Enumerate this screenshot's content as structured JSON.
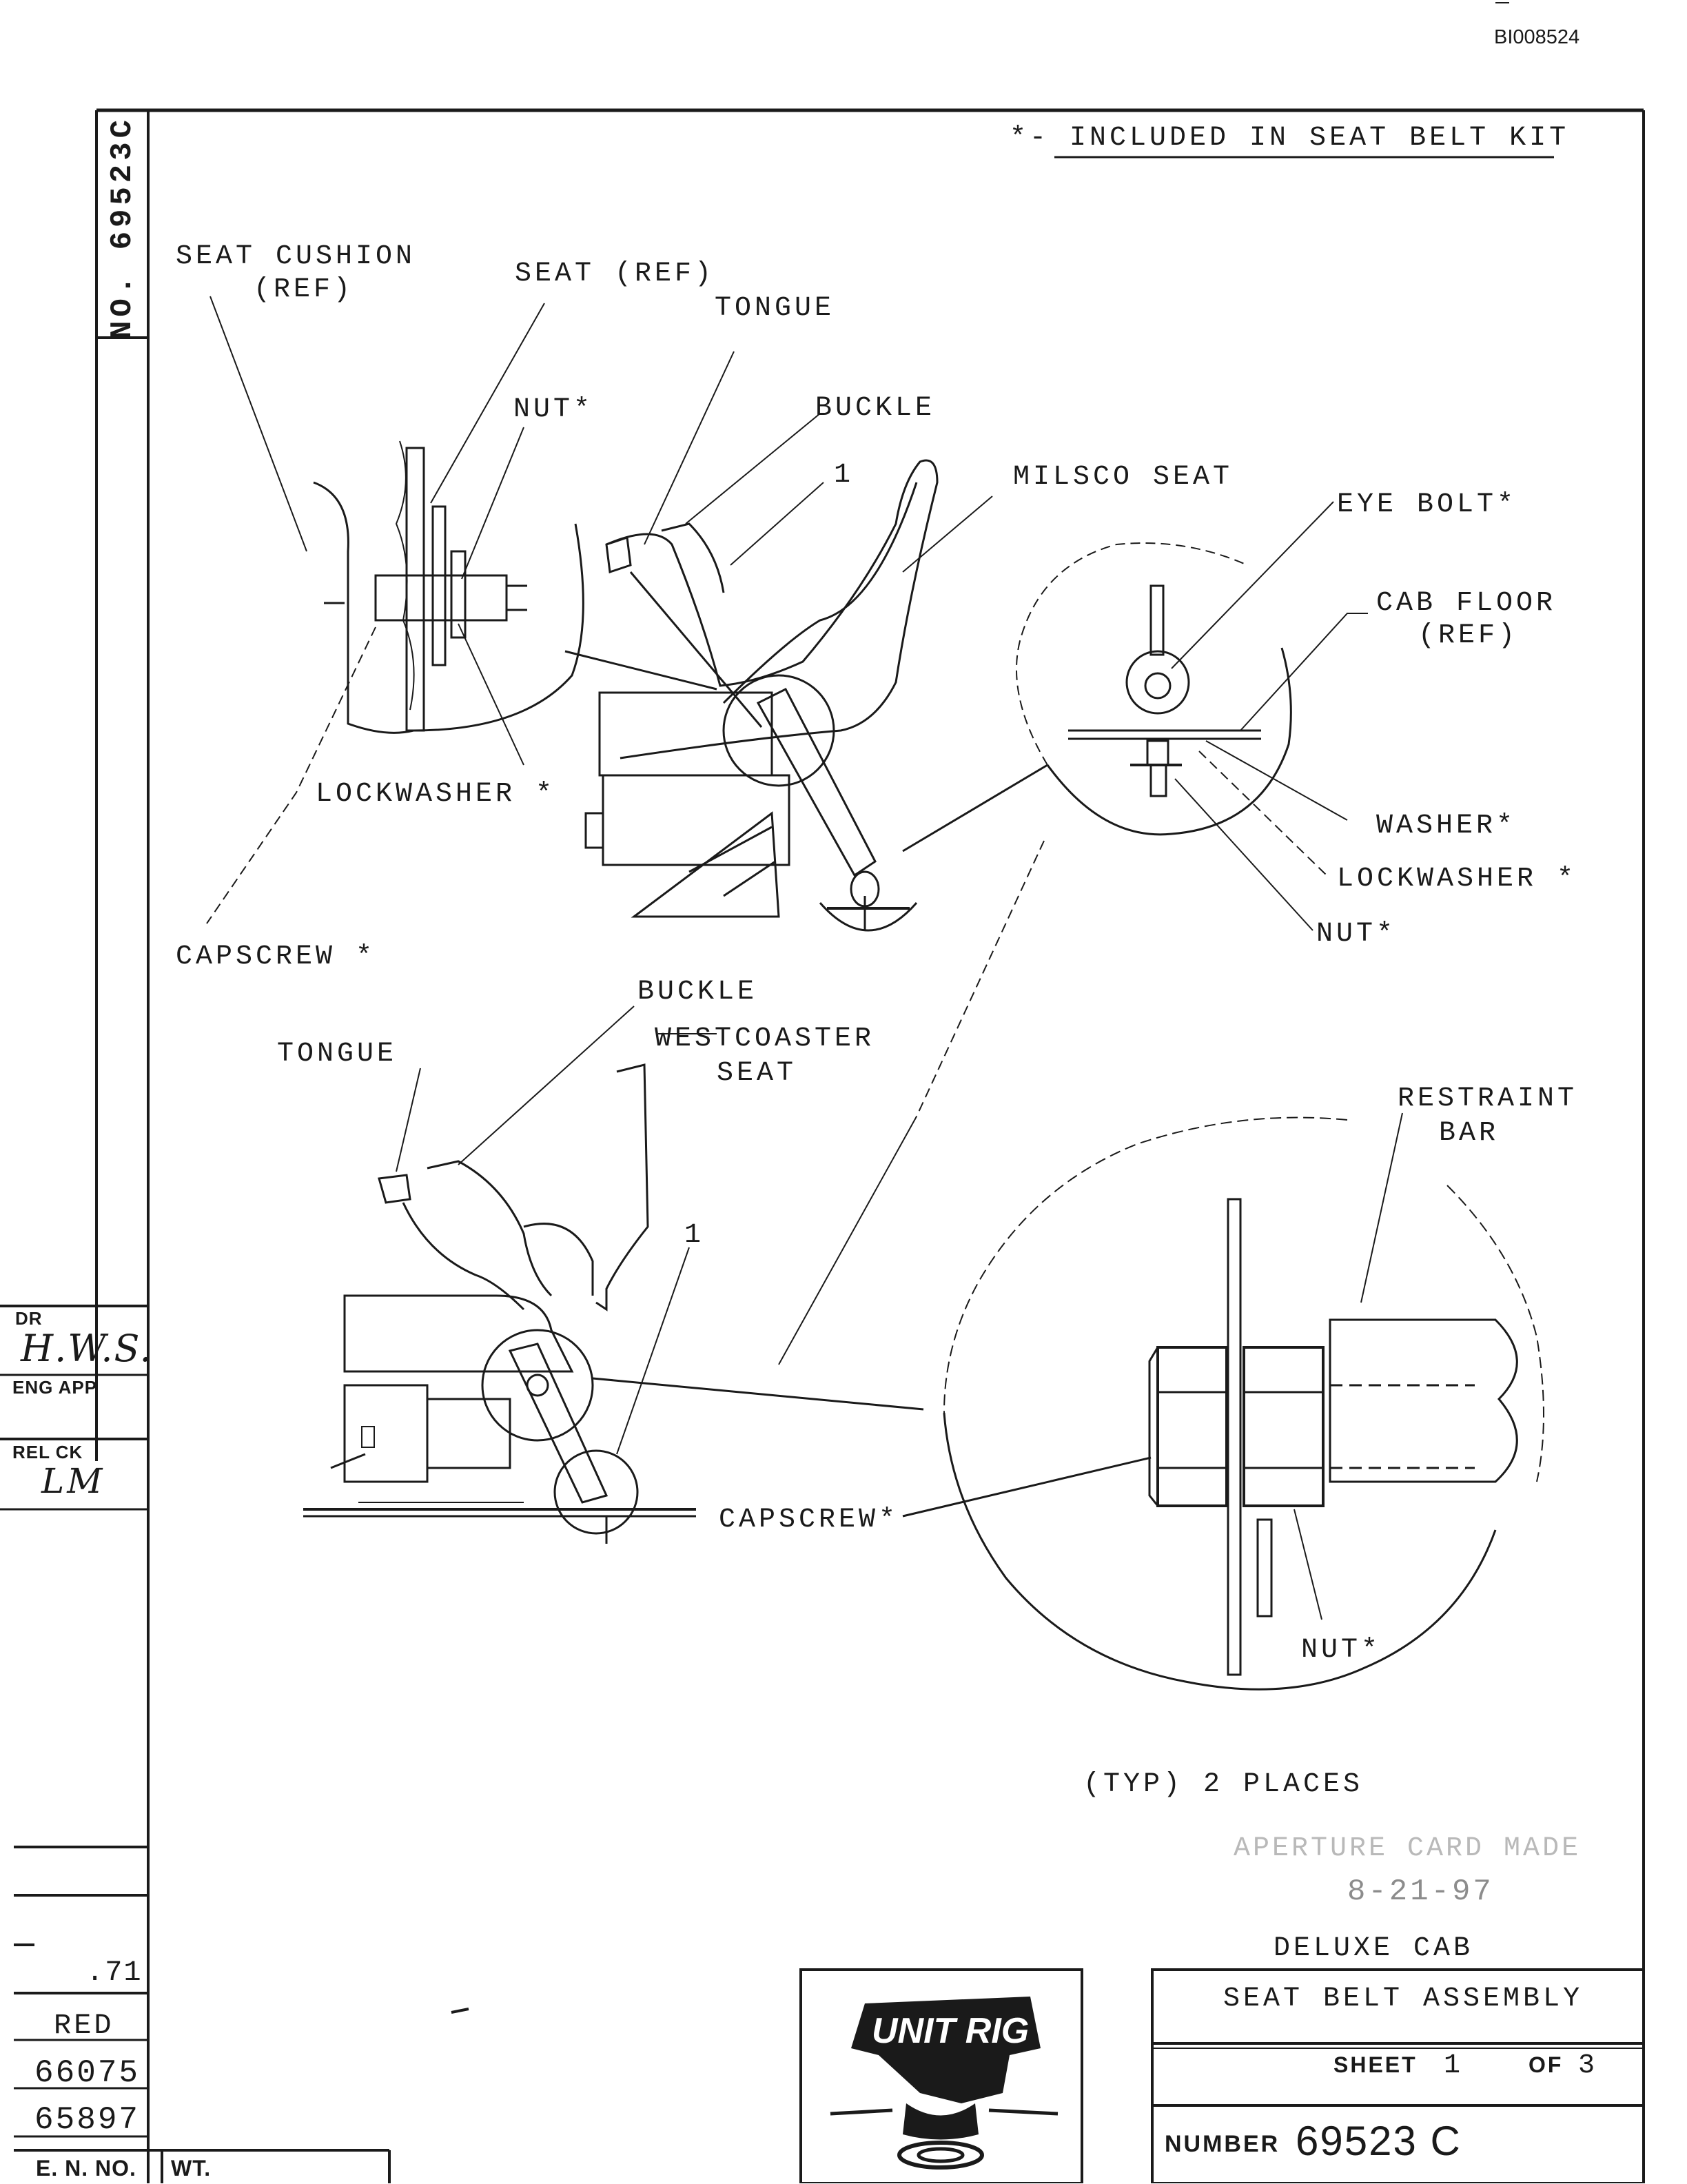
{
  "doc_id": "BI008524",
  "drawing_no_vertical": "NO. 69523C",
  "kit_note": "*- INCLUDED IN SEAT BELT KIT",
  "labels": {
    "seat_cushion": "SEAT CUSHION",
    "seat_cushion_ref": "(REF)",
    "seat_ref": "SEAT (REF)",
    "tongue_top": "TONGUE",
    "nut_top": "NUT*",
    "buckle_top": "BUCKLE",
    "callout_1_top": "1",
    "milsco_seat": "MILSCO SEAT",
    "eye_bolt": "EYE BOLT*",
    "cab_floor": "CAB FLOOR",
    "cab_floor_ref": "(REF)",
    "lockwasher_left": "LOCKWASHER *",
    "washer": "WASHER*",
    "lockwasher_right": "LOCKWASHER *",
    "nut_right": "NUT*",
    "capscrew_left": "CAPSCREW *",
    "buckle_bottom": "BUCKLE",
    "westcoaster_seat": "WESTCOASTER",
    "westcoaster_seat_2": "SEAT",
    "tongue_bottom": "TONGUE",
    "callout_1_bottom": "1",
    "restraint_bar": "RESTRAINT",
    "restraint_bar_2": "BAR",
    "capscrew_bottom": "CAPSCREW*",
    "nut_bottom": "NUT*",
    "typ_places": "(TYP) 2 PLACES"
  },
  "stamp": {
    "line1": "APERTURE CARD MADE",
    "line2": "8-21-97"
  },
  "title_block": {
    "subtitle": "DELUXE CAB",
    "title": "SEAT BELT ASSEMBLY",
    "sheet_label": "SHEET",
    "sheet_num": "1",
    "of_label": "OF",
    "sheet_total": "3",
    "number_label": "NUMBER",
    "number_value": "69523 C",
    "logo_text": "UNIT RIG"
  },
  "left_block": {
    "dr_label": "DR",
    "dr_sign": "H.W.S.",
    "eng_app_label": "ENG APP",
    "rel_ck_label": "REL CK",
    "rel_ck_sign": "LM",
    "value_71": ".71",
    "value_red": "RED",
    "value_66075": "66075",
    "value_65897": "65897",
    "en_no_label": "E. N. NO.",
    "wt_label": "WT."
  }
}
